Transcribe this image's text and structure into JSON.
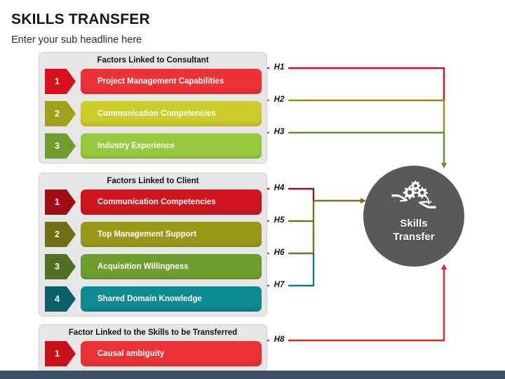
{
  "title": "SKILLS TRANSFER",
  "subtitle": "Enter your sub headline here",
  "hub": {
    "line1": "Skills",
    "line2": "Transfer",
    "icon": "hands-gears-icon",
    "color": "#595959"
  },
  "panels": [
    {
      "id": "consultant",
      "heading": "Factors Linked to Consultant",
      "rows": [
        {
          "number": "1",
          "label": "Project Management Capabilities",
          "hyp": "H1",
          "bar_color": "#ED3237",
          "chev_color": "#D6101C",
          "wire_color": "#CC1020"
        },
        {
          "number": "2",
          "label": "Communication Competencies",
          "hyp": "H2",
          "bar_color": "#CCCC2B",
          "chev_color": "#A0A01B",
          "wire_color": "#8F8F1B"
        },
        {
          "number": "3",
          "label": "Industry Experience",
          "hyp": "H3",
          "bar_color": "#96C93D",
          "chev_color": "#6E9E2E",
          "wire_color": "#5E9030"
        }
      ]
    },
    {
      "id": "client",
      "heading": "Factors Linked to Client",
      "rows": [
        {
          "number": "1",
          "label": "Communication Competencies",
          "hyp": "H4",
          "bar_color": "#D0151E",
          "chev_color": "#9E0E18",
          "wire_color": "#8F1018"
        },
        {
          "number": "2",
          "label": "Top Management Support",
          "hyp": "H5",
          "bar_color": "#999919",
          "chev_color": "#6E6E14",
          "wire_color": "#767618"
        },
        {
          "number": "3",
          "label": "Acquisition Willingness",
          "hyp": "H6",
          "bar_color": "#6E9E2E",
          "chev_color": "#4E7021",
          "wire_color": "#5E7F28"
        },
        {
          "number": "4",
          "label": "Shared Domain Knowledge",
          "hyp": "H7",
          "bar_color": "#0F8A91",
          "chev_color": "#0B5F66",
          "wire_color": "#127C86"
        }
      ]
    },
    {
      "id": "skills",
      "heading": "Factor Linked to the Skills to be Transferred",
      "rows": [
        {
          "number": "1",
          "label": "Causal ambiguity",
          "hyp": "H8",
          "bar_color": "#EC3237",
          "chev_color": "#C8101B",
          "wire_color": "#E82029"
        }
      ]
    }
  ],
  "footer": {
    "color": "#3c4f63"
  }
}
